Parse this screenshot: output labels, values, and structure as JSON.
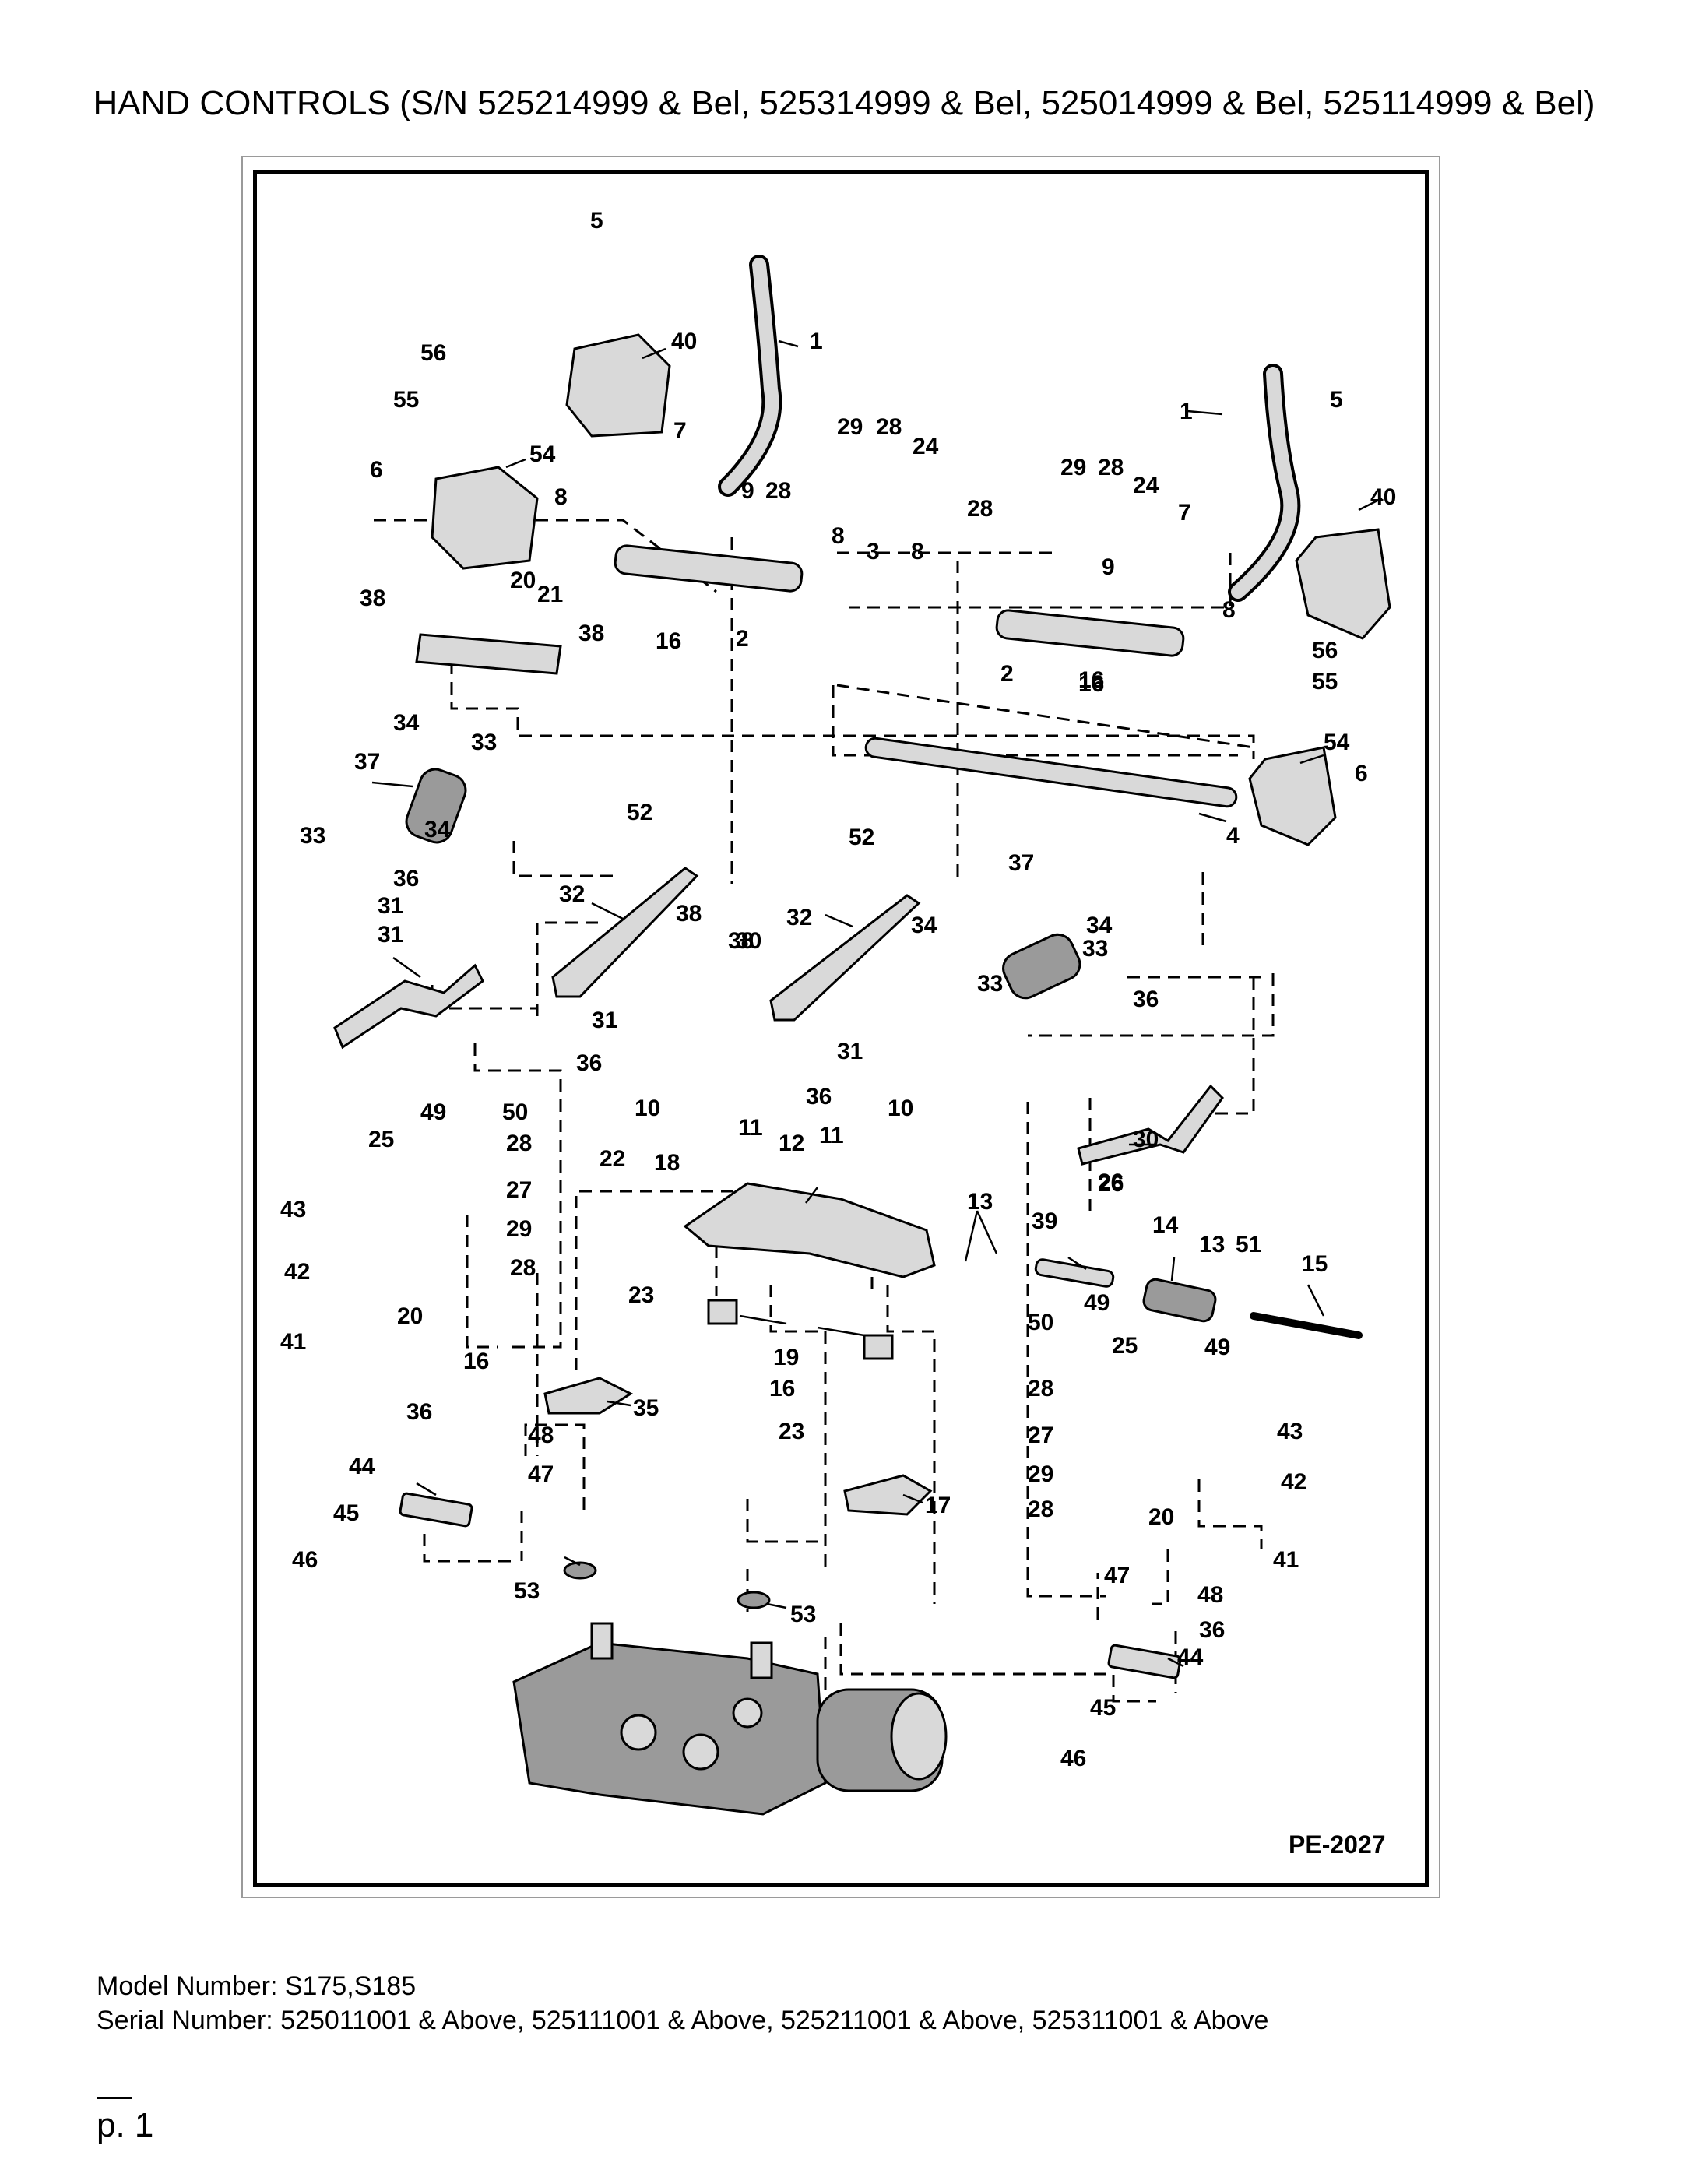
{
  "title": "HAND CONTROLS (S/N 525214999 & Bel, 525314999 & Bel, 525014999 & Bel, 525114999 & Bel)",
  "diagram": {
    "drawing_id": "PE-2027",
    "callouts": [
      "5",
      "56",
      "40",
      "1",
      "55",
      "54",
      "7",
      "29",
      "28",
      "24",
      "6",
      "8",
      "9",
      "28",
      "29",
      "28",
      "24",
      "1",
      "5",
      "40",
      "28",
      "7",
      "8",
      "3",
      "8",
      "9",
      "20",
      "21",
      "2",
      "16",
      "38",
      "38",
      "8",
      "16",
      "2",
      "16",
      "56",
      "55",
      "34",
      "33",
      "37",
      "34",
      "33",
      "54",
      "6",
      "4",
      "52",
      "52",
      "37",
      "36",
      "32",
      "38",
      "32",
      "34",
      "33",
      "31",
      "38",
      "34",
      "33",
      "30",
      "31",
      "36",
      "31",
      "36",
      "36",
      "31",
      "30",
      "26",
      "49",
      "50",
      "10",
      "11",
      "12",
      "11",
      "10",
      "25",
      "28",
      "22",
      "18",
      "13",
      "26",
      "43",
      "27",
      "29",
      "39",
      "14",
      "13",
      "51",
      "15",
      "42",
      "28",
      "20",
      "19",
      "23",
      "49",
      "41",
      "50",
      "25",
      "49",
      "16",
      "35",
      "16",
      "28",
      "36",
      "48",
      "23",
      "43",
      "27",
      "17",
      "42",
      "44",
      "47",
      "29",
      "28",
      "20",
      "41",
      "45",
      "53",
      "47",
      "48",
      "46",
      "53",
      "36",
      "44",
      "45",
      "46"
    ]
  },
  "model_number": "Model Number: S175,S185",
  "serial_number": "Serial Number: 525011001 & Above, 525111001 & Above, 525211001 & Above, 525311001 & Above",
  "page": "p. 1"
}
